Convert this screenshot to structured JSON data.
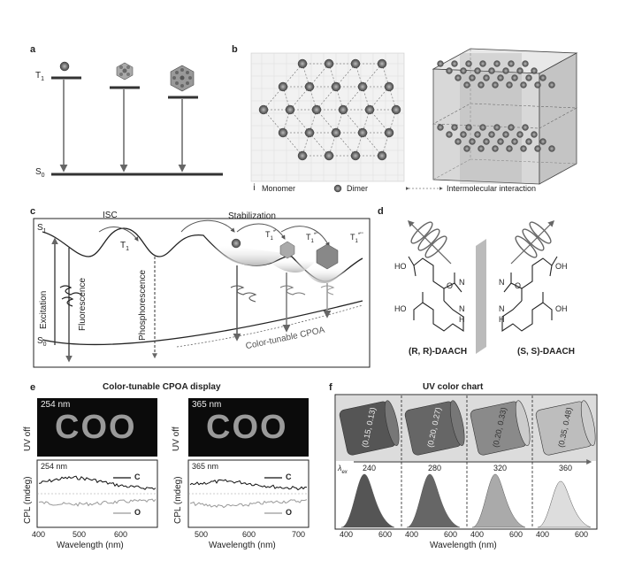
{
  "panels": {
    "a": "a",
    "b": "b",
    "c": "c",
    "d": "d",
    "e": "e",
    "f": "f"
  },
  "panel_a": {
    "t1": "T",
    "t1_sub": "1",
    "s0": "S",
    "s0_sub": "0"
  },
  "panel_b": {
    "legend_monomer": "Monomer",
    "legend_dimer": "Dimer",
    "legend_interaction": "Intermolecular interaction"
  },
  "panel_c": {
    "s1": "S",
    "s1_sub": "1",
    "isc": "ISC",
    "t1": "T",
    "t1_sub": "1",
    "stabilization": "Stabilization",
    "t1p": "T",
    "t1p_sub": "1",
    "t1p_sup": "*'",
    "t1pp": "T",
    "t1pp_sub": "1",
    "t1pp_sup": "*''",
    "t1ppp": "T",
    "t1ppp_sub": "1",
    "t1ppp_sup": "*'''",
    "excitation": "Excitation",
    "fluorescence": "Fluorescence",
    "phosphorescence": "Phosphorescence",
    "s0": "S",
    "s0_sub": "0",
    "cpoa": "Color-tunable CPOA"
  },
  "panel_d": {
    "left_name": "(R, R)-DAACH",
    "right_name": "(S, S)-DAACH",
    "ho": "HO",
    "oh": "OH",
    "o": "O",
    "n": "N",
    "h": "H"
  },
  "panel_e": {
    "title": "Color-tunable CPOA display",
    "uv_off": "UV off",
    "cpl_label": "CPL (mdeg)",
    "xlabel": "Wavelength (nm)",
    "left": {
      "wl": "254 nm",
      "pattern": "COO",
      "ticks": [
        "400",
        "500",
        "600"
      ]
    },
    "right": {
      "wl": "365 nm",
      "pattern": "COO",
      "ticks": [
        "500",
        "600",
        "700"
      ]
    },
    "legend_c": "C",
    "legend_o": "O"
  },
  "panel_f": {
    "title": "UV color chart",
    "lambda": "λ",
    "lambda_sub": "ex",
    "xlabel": "Wavelength (nm)",
    "columns": [
      {
        "coord": "(0.15, 0.13)",
        "ex": "240",
        "ticks": [
          "400",
          "600"
        ]
      },
      {
        "coord": "(0.20, 0.27)",
        "ex": "280",
        "ticks": [
          "400",
          "600"
        ]
      },
      {
        "coord": "(0.20, 0.33)",
        "ex": "320",
        "ticks": [
          "400",
          "600"
        ]
      },
      {
        "coord": "(0.35, 0.48)",
        "ex": "360",
        "ticks": [
          "400",
          "600"
        ]
      }
    ]
  }
}
